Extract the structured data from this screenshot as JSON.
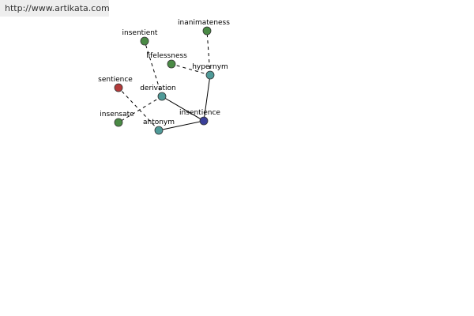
{
  "watermark": "http://www.artikata.com",
  "colors": {
    "center": "#3a3f9a",
    "relation": "#4f9a98",
    "word": "#4a8a45",
    "antonym_word": "#b33a3a",
    "edge": "#000000"
  },
  "nodes": [
    {
      "id": "insentience",
      "label": "insentience",
      "kind": "center"
    },
    {
      "id": "hypernym",
      "label": "hypernym",
      "kind": "relation"
    },
    {
      "id": "derivation",
      "label": "derivation",
      "kind": "relation"
    },
    {
      "id": "antonym",
      "label": "antonym",
      "kind": "relation"
    },
    {
      "id": "inanimateness",
      "label": "inanimateness",
      "kind": "word"
    },
    {
      "id": "lifelessness",
      "label": "lifelessness",
      "kind": "word"
    },
    {
      "id": "insentient",
      "label": "insentient",
      "kind": "word"
    },
    {
      "id": "insensate",
      "label": "insensate",
      "kind": "word"
    },
    {
      "id": "sentience",
      "label": "sentience",
      "kind": "antonym_word"
    }
  ],
  "edges": [
    {
      "from": "insentience",
      "to": "hypernym",
      "style": "solid"
    },
    {
      "from": "insentience",
      "to": "derivation",
      "style": "solid"
    },
    {
      "from": "insentience",
      "to": "antonym",
      "style": "solid"
    },
    {
      "from": "hypernym",
      "to": "inanimateness",
      "style": "dashed"
    },
    {
      "from": "hypernym",
      "to": "lifelessness",
      "style": "dashed"
    },
    {
      "from": "derivation",
      "to": "insentient",
      "style": "dashed"
    },
    {
      "from": "derivation",
      "to": "insensate",
      "style": "dashed"
    },
    {
      "from": "antonym",
      "to": "sentience",
      "style": "dashed"
    }
  ]
}
